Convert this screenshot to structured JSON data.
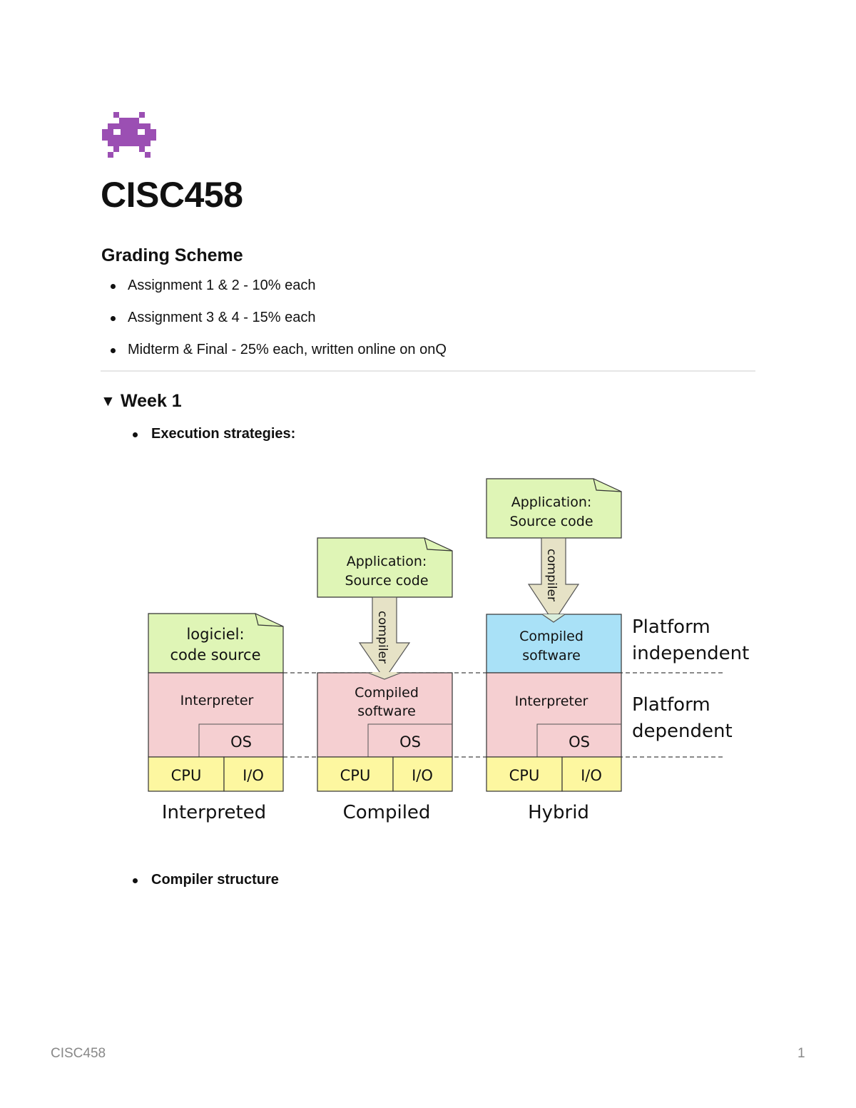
{
  "page": {
    "icon": "alien-monster-icon",
    "title": "CISC458"
  },
  "grading": {
    "heading": "Grading Scheme",
    "items": [
      "Assignment 1 & 2 - 10% each",
      "Assignment 3 & 4 - 15% each",
      "Midterm & Final - 25% each, written online on onQ"
    ]
  },
  "week1": {
    "toggle_icon": "triangle-down-icon",
    "label": "Week 1",
    "bullets": [
      "Execution strategies:",
      "Compiler structure"
    ]
  },
  "diagram": {
    "colors": {
      "green": "#dff5b6",
      "pink": "#f5cfd1",
      "yellow": "#fdf7a0",
      "blue": "#a9e1f7",
      "arrow": "#e6e2c6"
    },
    "interpreted": {
      "doc_line1": "logiciel:",
      "doc_line2": "code source",
      "layer": "Interpreter",
      "os": "OS",
      "cpu": "CPU",
      "io": "I/O",
      "caption": "Interpreted"
    },
    "compiled": {
      "doc_line1": "Application:",
      "doc_line2": "Source code",
      "arrow": "compiler",
      "layer_line1": "Compiled",
      "layer_line2": "software",
      "os": "OS",
      "cpu": "CPU",
      "io": "I/O",
      "caption": "Compiled"
    },
    "hybrid": {
      "doc_line1": "Application:",
      "doc_line2": "Source code",
      "arrow": "compiler",
      "top_line1": "Compiled",
      "top_line2": "software",
      "layer": "Interpreter",
      "os": "OS",
      "cpu": "CPU",
      "io": "I/O",
      "caption": "Hybrid"
    },
    "side_labels": {
      "independent_line1": "Platform",
      "independent_line2": "independent",
      "dependent_line1": "Platform",
      "dependent_line2": "dependent"
    }
  },
  "footer": {
    "left": "CISC458",
    "right": "1"
  }
}
